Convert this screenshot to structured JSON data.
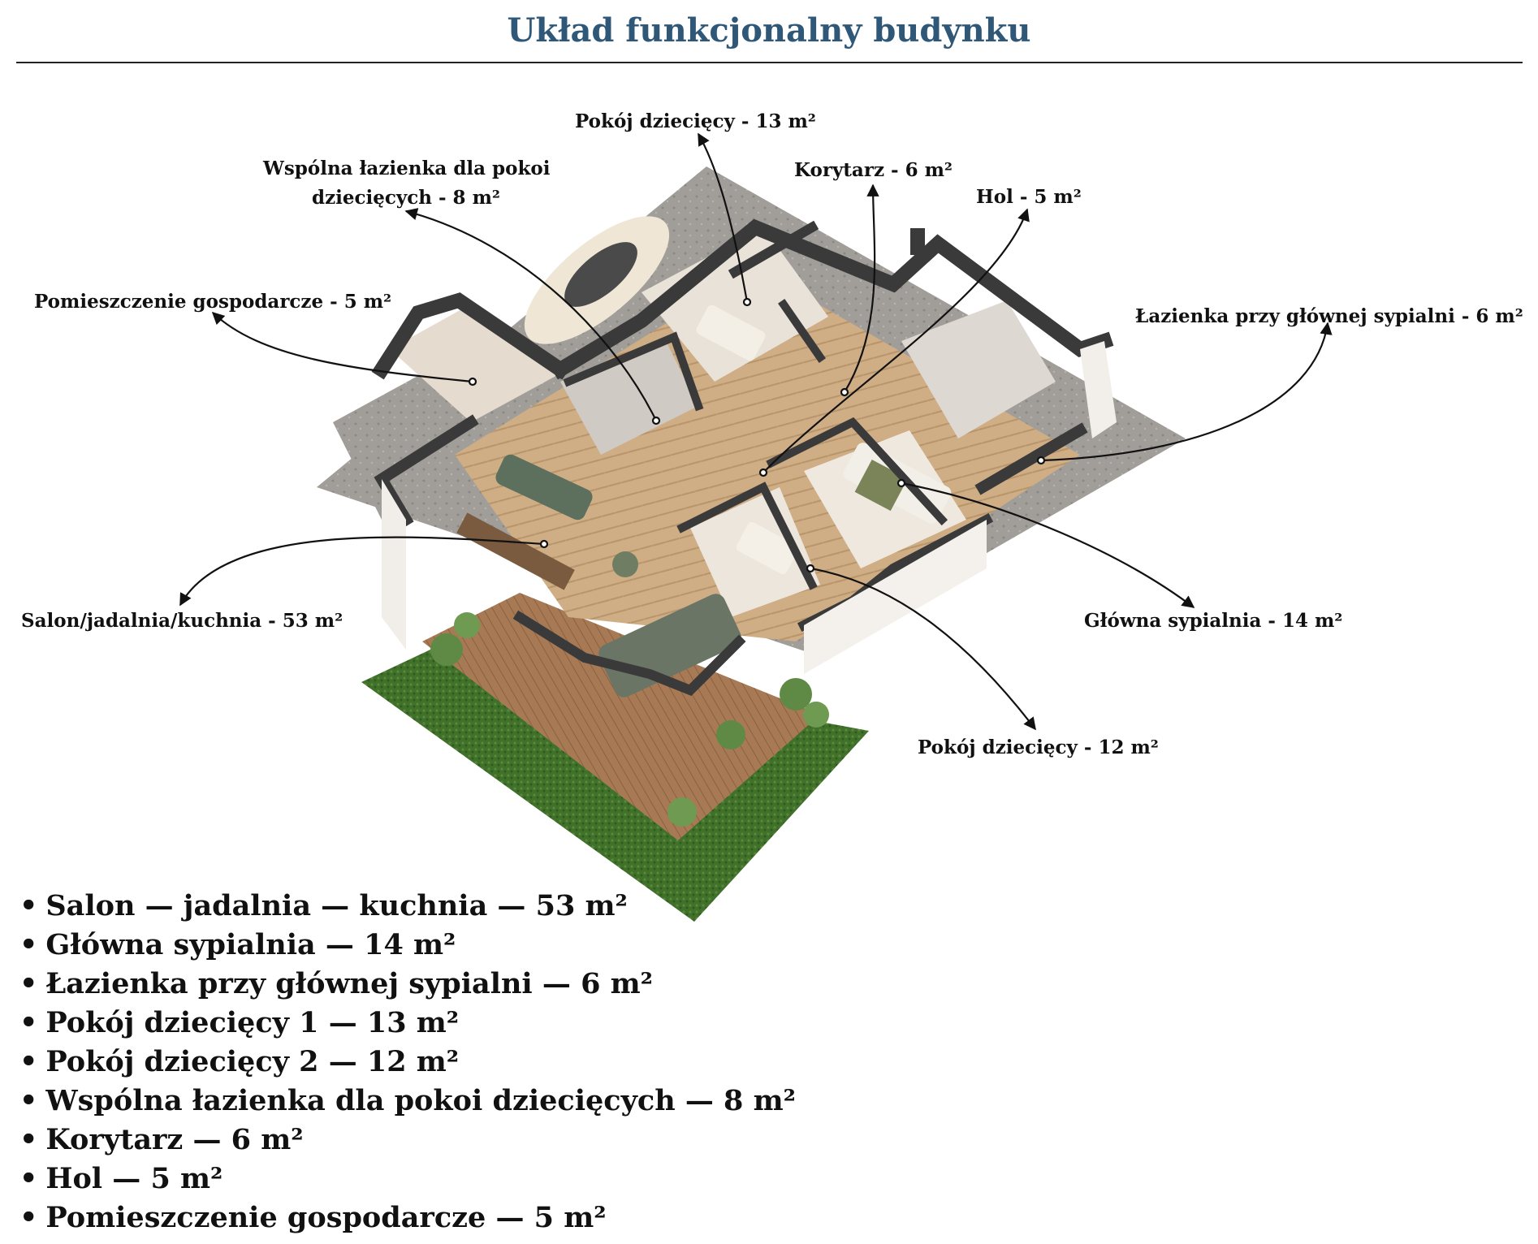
{
  "title": "Układ funkcjonalny budynku",
  "colors": {
    "title": "#2f5878",
    "wall": "#3a3a3a",
    "floor": "#c9a77f",
    "grass": "#3f6b2a",
    "deck": "#a97c58",
    "paving": "#9c9994"
  },
  "callouts": [
    {
      "id": "pokoj-13",
      "lines": [
        "Pokój dziecięcy  - 13 m²"
      ]
    },
    {
      "id": "wspolna-lazienka",
      "lines": [
        "Wspólna łazienka dla pokoi",
        "dziecięcych - 8 m²"
      ]
    },
    {
      "id": "korytarz",
      "lines": [
        "Korytarz - 6 m²"
      ]
    },
    {
      "id": "hol",
      "lines": [
        "Hol - 5 m²"
      ]
    },
    {
      "id": "gospodarcze",
      "lines": [
        "Pomieszczenie gospodarcze - 5 m²"
      ]
    },
    {
      "id": "lazienka-glowna",
      "lines": [
        "Łazienka przy głównej sypialni - 6 m²"
      ]
    },
    {
      "id": "salon",
      "lines": [
        "Salon/jadalnia/kuchnia - 53 m²"
      ]
    },
    {
      "id": "glowna-sypialnia",
      "lines": [
        "Główna sypialnia - 14 m²"
      ]
    },
    {
      "id": "pokoj-12",
      "lines": [
        "Pokój dziecięcy - 12 m²"
      ]
    }
  ],
  "summary": [
    "Salon — jadalnia — kuchnia — 53 m²",
    "Główna sypialnia — 14 m²",
    "Łazienka przy głównej sypialni — 6 m²",
    "Pokój dziecięcy 1 — 13 m²",
    "Pokój dziecięcy 2 — 12 m²",
    "Wspólna łazienka dla pokoi dziecięcych — 8 m²",
    "Korytarz — 6 m²",
    "Hol — 5 m²",
    "Pomieszczenie gospodarcze — 5 m²"
  ]
}
